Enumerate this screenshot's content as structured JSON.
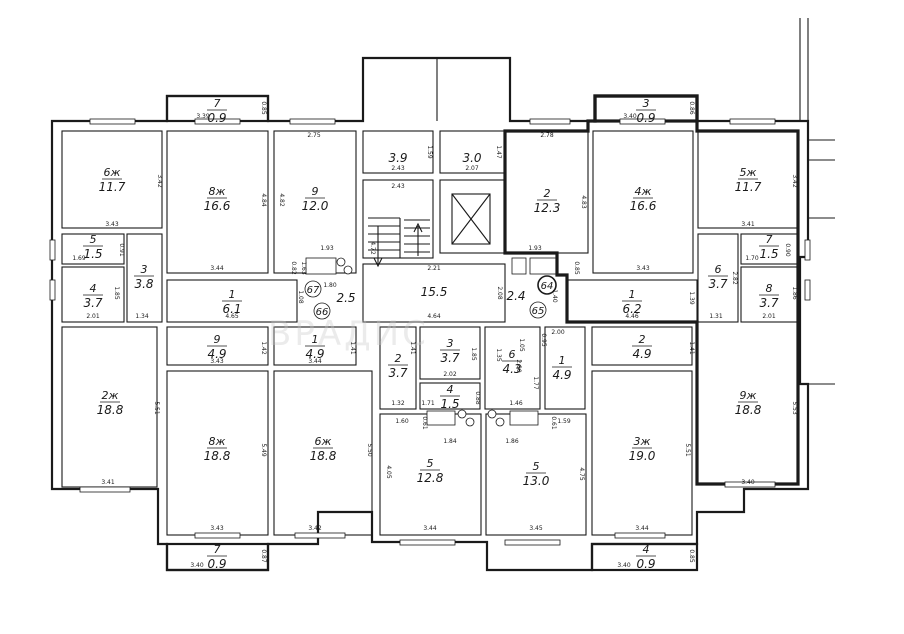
{
  "watermark": "ВРАДИС",
  "rooms": [
    {
      "no": "6ж",
      "area": "11.7"
    },
    {
      "no": "8ж",
      "area": "16.6"
    },
    {
      "no": "9",
      "area": "12.0"
    },
    {
      "no": "3.9",
      "area": ""
    },
    {
      "no": "3.0",
      "area": ""
    },
    {
      "no": "2",
      "area": "12.3"
    },
    {
      "no": "4ж",
      "area": "16.6"
    },
    {
      "no": "5ж",
      "area": "11.7"
    },
    {
      "no": "5",
      "area": "1.5"
    },
    {
      "no": "3",
      "area": "3.8"
    },
    {
      "no": "4",
      "area": "3.7"
    },
    {
      "no": "1",
      "area": "6.1"
    },
    {
      "no": "",
      "area": "2.5"
    },
    {
      "no": "",
      "area": "15.5"
    },
    {
      "no": "",
      "area": "2.4"
    },
    {
      "no": "1",
      "area": "6.2"
    },
    {
      "no": "6",
      "area": "3.7"
    },
    {
      "no": "7",
      "area": "1.5"
    },
    {
      "no": "8",
      "area": "3.7"
    },
    {
      "no": "9",
      "area": "4.9"
    },
    {
      "no": "1",
      "area": "4.9"
    },
    {
      "no": "2",
      "area": "3.7"
    },
    {
      "no": "3",
      "area": "3.7"
    },
    {
      "no": "4",
      "area": "1.5"
    },
    {
      "no": "6",
      "area": "4.3"
    },
    {
      "no": "1",
      "area": "4.9"
    },
    {
      "no": "2",
      "area": "4.9"
    },
    {
      "no": "2ж",
      "area": "18.8"
    },
    {
      "no": "8ж",
      "area": "18.8"
    },
    {
      "no": "6ж",
      "area": "18.8"
    },
    {
      "no": "5",
      "area": "12.8"
    },
    {
      "no": "5",
      "area": "13.0"
    },
    {
      "no": "3ж",
      "area": "19.0"
    },
    {
      "no": "9ж",
      "area": "18.8"
    },
    {
      "no": "7",
      "area": "0.9"
    },
    {
      "no": "3",
      "area": "0.9"
    },
    {
      "no": "7",
      "area": "0.9"
    },
    {
      "no": "4",
      "area": "0.9"
    }
  ],
  "flat_numbers": [
    "67",
    "66",
    "64",
    "65"
  ],
  "dimensions": [
    "3.39",
    "0.85",
    "3.40",
    "0.86",
    "2.75",
    "2.78",
    "3.42",
    "4.84",
    "4.82",
    "1.59",
    "1.47",
    "4.83",
    "3.42",
    "3.43",
    "2.43",
    "2.07",
    "2.43",
    "4.72",
    "3.41",
    "0.91",
    "1.69",
    "0.90",
    "1.70",
    "1.93",
    "1.93",
    "3.44",
    "0.82",
    "1.63",
    "2.21",
    "1.80",
    "0.85",
    "3.43",
    "2.82",
    "1.86",
    "1.85",
    "1.34",
    "4.65",
    "1.08",
    "2.08",
    "1.39",
    "1.31",
    "2.01",
    "2.01",
    "4.64",
    "4.46",
    "2.00",
    "1.42",
    "1.41",
    "1.41",
    "1.41",
    "1.35",
    "1.05",
    "0.95",
    "1.77",
    "3.43",
    "3.44",
    "2.02",
    "2.80",
    "1.85",
    "1.46",
    "1.71",
    "0.88",
    "1.32",
    "1.60",
    "0.61",
    "0.61",
    "1.59",
    "1.84",
    "1.86",
    "5.51",
    "5.49",
    "5.50",
    "4.05",
    "5.51",
    "5.53",
    "3.41",
    "3.40",
    "4.75",
    "3.43",
    "3.42",
    "3.44",
    "3.45",
    "3.44",
    "0.87",
    "3.40",
    "0.85",
    "3.40",
    "1.40"
  ]
}
